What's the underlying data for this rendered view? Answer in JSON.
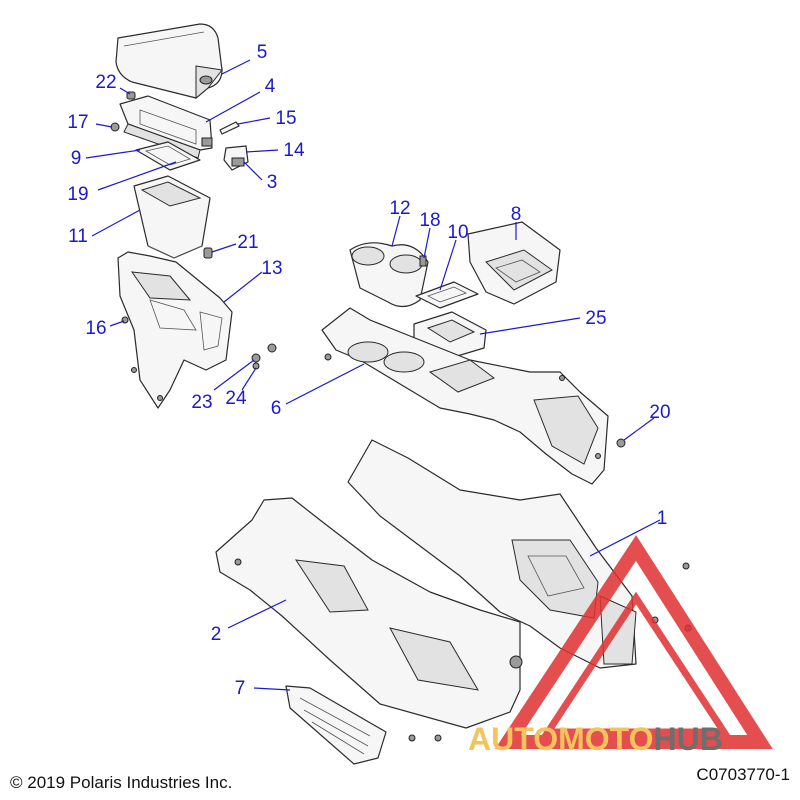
{
  "callouts": [
    {
      "id": "5",
      "label": "5"
    },
    {
      "id": "22",
      "label": "22"
    },
    {
      "id": "4",
      "label": "4"
    },
    {
      "id": "17",
      "label": "17"
    },
    {
      "id": "15",
      "label": "15"
    },
    {
      "id": "9",
      "label": "9"
    },
    {
      "id": "14",
      "label": "14"
    },
    {
      "id": "19",
      "label": "19"
    },
    {
      "id": "3",
      "label": "3"
    },
    {
      "id": "11",
      "label": "11"
    },
    {
      "id": "12",
      "label": "12"
    },
    {
      "id": "18",
      "label": "18"
    },
    {
      "id": "10",
      "label": "10"
    },
    {
      "id": "8",
      "label": "8"
    },
    {
      "id": "21",
      "label": "21"
    },
    {
      "id": "13",
      "label": "13"
    },
    {
      "id": "16",
      "label": "16"
    },
    {
      "id": "25",
      "label": "25"
    },
    {
      "id": "23",
      "label": "23"
    },
    {
      "id": "24",
      "label": "24"
    },
    {
      "id": "6",
      "label": "6"
    },
    {
      "id": "20",
      "label": "20"
    },
    {
      "id": "1",
      "label": "1"
    },
    {
      "id": "2",
      "label": "2"
    },
    {
      "id": "7",
      "label": "7"
    }
  ],
  "footer": {
    "copyright": "© 2019 Polaris Industries Inc.",
    "drawing_code": "C0703770-1"
  },
  "watermark": {
    "word_part1": "AUTOMOTO",
    "word_part2": "HUB",
    "color_part1": "#f4b942",
    "color_part2": "#555555",
    "triangle_color": "#e03030"
  },
  "colors": {
    "callout": "#1a1acc",
    "line": "#2b2b2b"
  }
}
